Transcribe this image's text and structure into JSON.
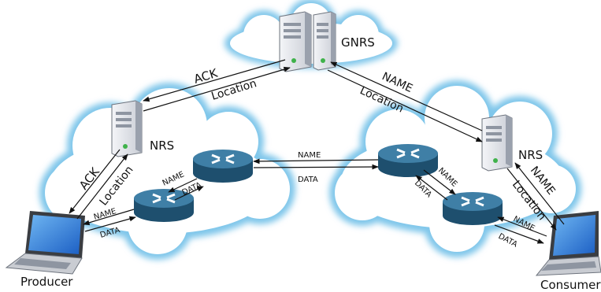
{
  "nodes": {
    "gnrs": "GNRS",
    "nrs_left": "NRS",
    "nrs_right": "NRS",
    "producer": "Producer",
    "consumer": "Consumer"
  },
  "arrows": {
    "gnrs_left_ack": "ACK",
    "gnrs_left_location": "Location",
    "gnrs_right_name": "NAME",
    "gnrs_right_location": "Location",
    "producer_nrs_ack": "ACK",
    "producer_nrs_location": "Location",
    "router_pair_left_name": "NAME",
    "router_pair_left_data": "DATA",
    "producer_router_name": "NAME",
    "producer_router_data": "DATA",
    "inter_cloud_name": "NAME",
    "inter_cloud_data": "DATA",
    "router_pair_right_name": "NAME",
    "router_pair_right_data": "DATA",
    "consumer_nrs_name": "NAME",
    "consumer_nrs_location": "Location",
    "consumer_router_name": "NAME",
    "consumer_router_data": "DATA"
  },
  "colors": {
    "cloud_glow": "#7fc6ea",
    "router_top": "#3f7fa6",
    "router_side": "#1e4f6e",
    "server_body": "#e3e6ec",
    "server_shadow": "#9aa1ad"
  }
}
